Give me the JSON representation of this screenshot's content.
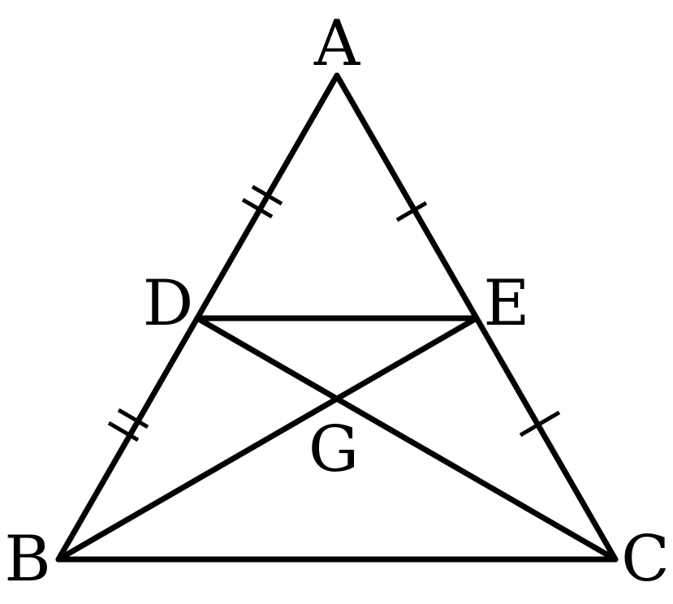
{
  "colors": {
    "stroke": "#000000",
    "background": "#ffffff"
  },
  "labels": {
    "A": "A",
    "B": "B",
    "C": "C",
    "D": "D",
    "E": "E",
    "G": "G"
  },
  "segments": [
    [
      "A",
      "B"
    ],
    [
      "A",
      "C"
    ],
    [
      "B",
      "C"
    ],
    [
      "D",
      "E"
    ],
    [
      "D",
      "C"
    ],
    [
      "E",
      "B"
    ]
  ],
  "equal_marks": [
    {
      "segment": [
        "A",
        "D"
      ],
      "ticks": 2
    },
    {
      "segment": [
        "D",
        "B"
      ],
      "ticks": 2
    },
    {
      "segment": [
        "A",
        "E"
      ],
      "ticks": 1
    },
    {
      "segment": [
        "E",
        "C"
      ],
      "ticks": 1
    }
  ]
}
